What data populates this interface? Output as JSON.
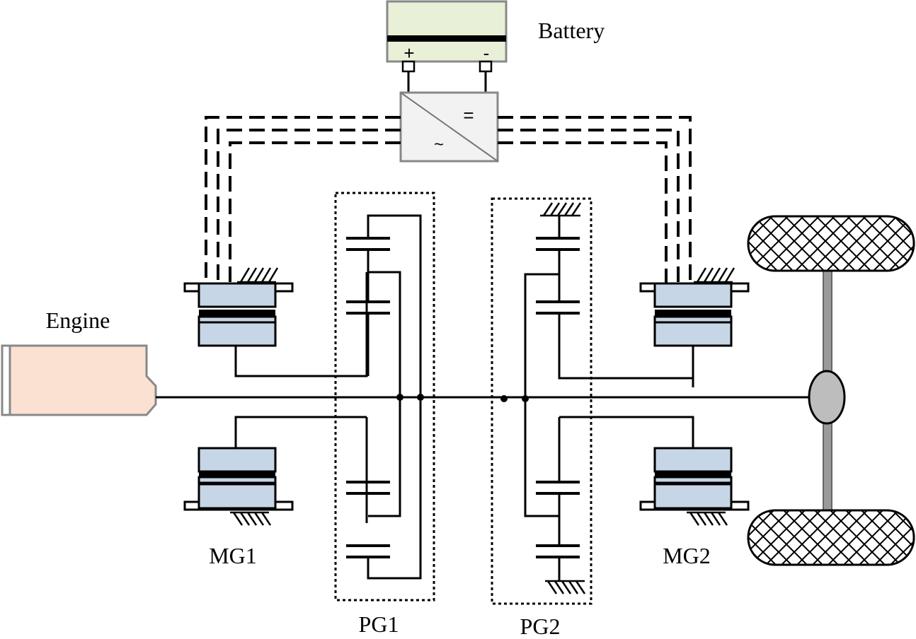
{
  "labels": {
    "battery": "Battery",
    "engine": "Engine",
    "mg1": "MG1",
    "mg2": "MG2",
    "pg1": "PG1",
    "pg2": "PG2"
  },
  "battery": {
    "plus": "+",
    "minus": "-"
  },
  "inverter": {
    "dc_symbol": "=",
    "ac_symbol": "~"
  },
  "colors": {
    "battery_fill": "#e8f0d8",
    "engine_fill": "#fbe1d1",
    "motor_fill": "#c6d6e6",
    "inverter_fill": "#f2f2f2",
    "differential_fill": "#bdbdbd",
    "axle_fill": "#9a9a9a"
  }
}
